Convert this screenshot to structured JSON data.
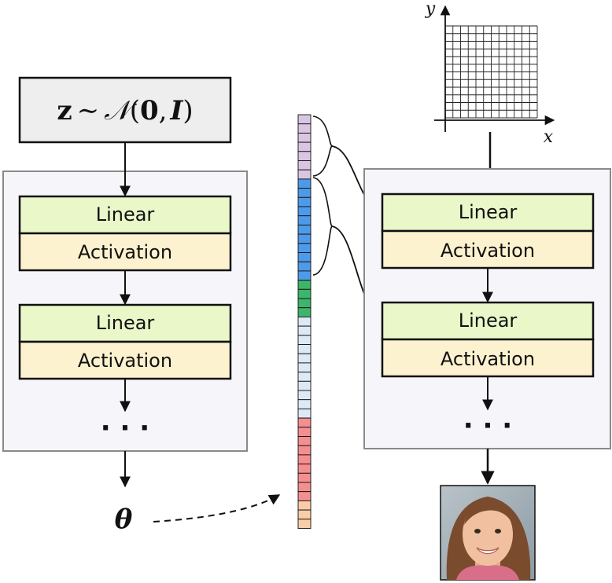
{
  "latent": {
    "z": "z",
    "tilde": "∼",
    "dist": "𝒩",
    "open": "(",
    "zero": "0",
    "comma": ",",
    "identity": "I",
    "close": ")"
  },
  "theta": "θ",
  "layers": {
    "linear": "Linear",
    "activation": "Activation"
  },
  "ellipsis": "· · ·",
  "axes": {
    "x": "x",
    "y": "y"
  },
  "param_vector": {
    "segments": [
      {
        "count": 7,
        "color": "#d9c6e3"
      },
      {
        "count": 11,
        "color": "#4d9be8"
      },
      {
        "count": 4,
        "color": "#3db56b"
      },
      {
        "count": 11,
        "color": "#dde9f4"
      },
      {
        "count": 9,
        "color": "#f58f8f"
      },
      {
        "count": 3,
        "color": "#f8cda8"
      }
    ]
  },
  "colors": {
    "linear_fill": "#e9f7c9",
    "activation_fill": "#fdf2cf",
    "panel_fill": "#f6f5fa",
    "panel_stroke": "#8a8a8a",
    "latent_fill": "#eeeeee"
  }
}
